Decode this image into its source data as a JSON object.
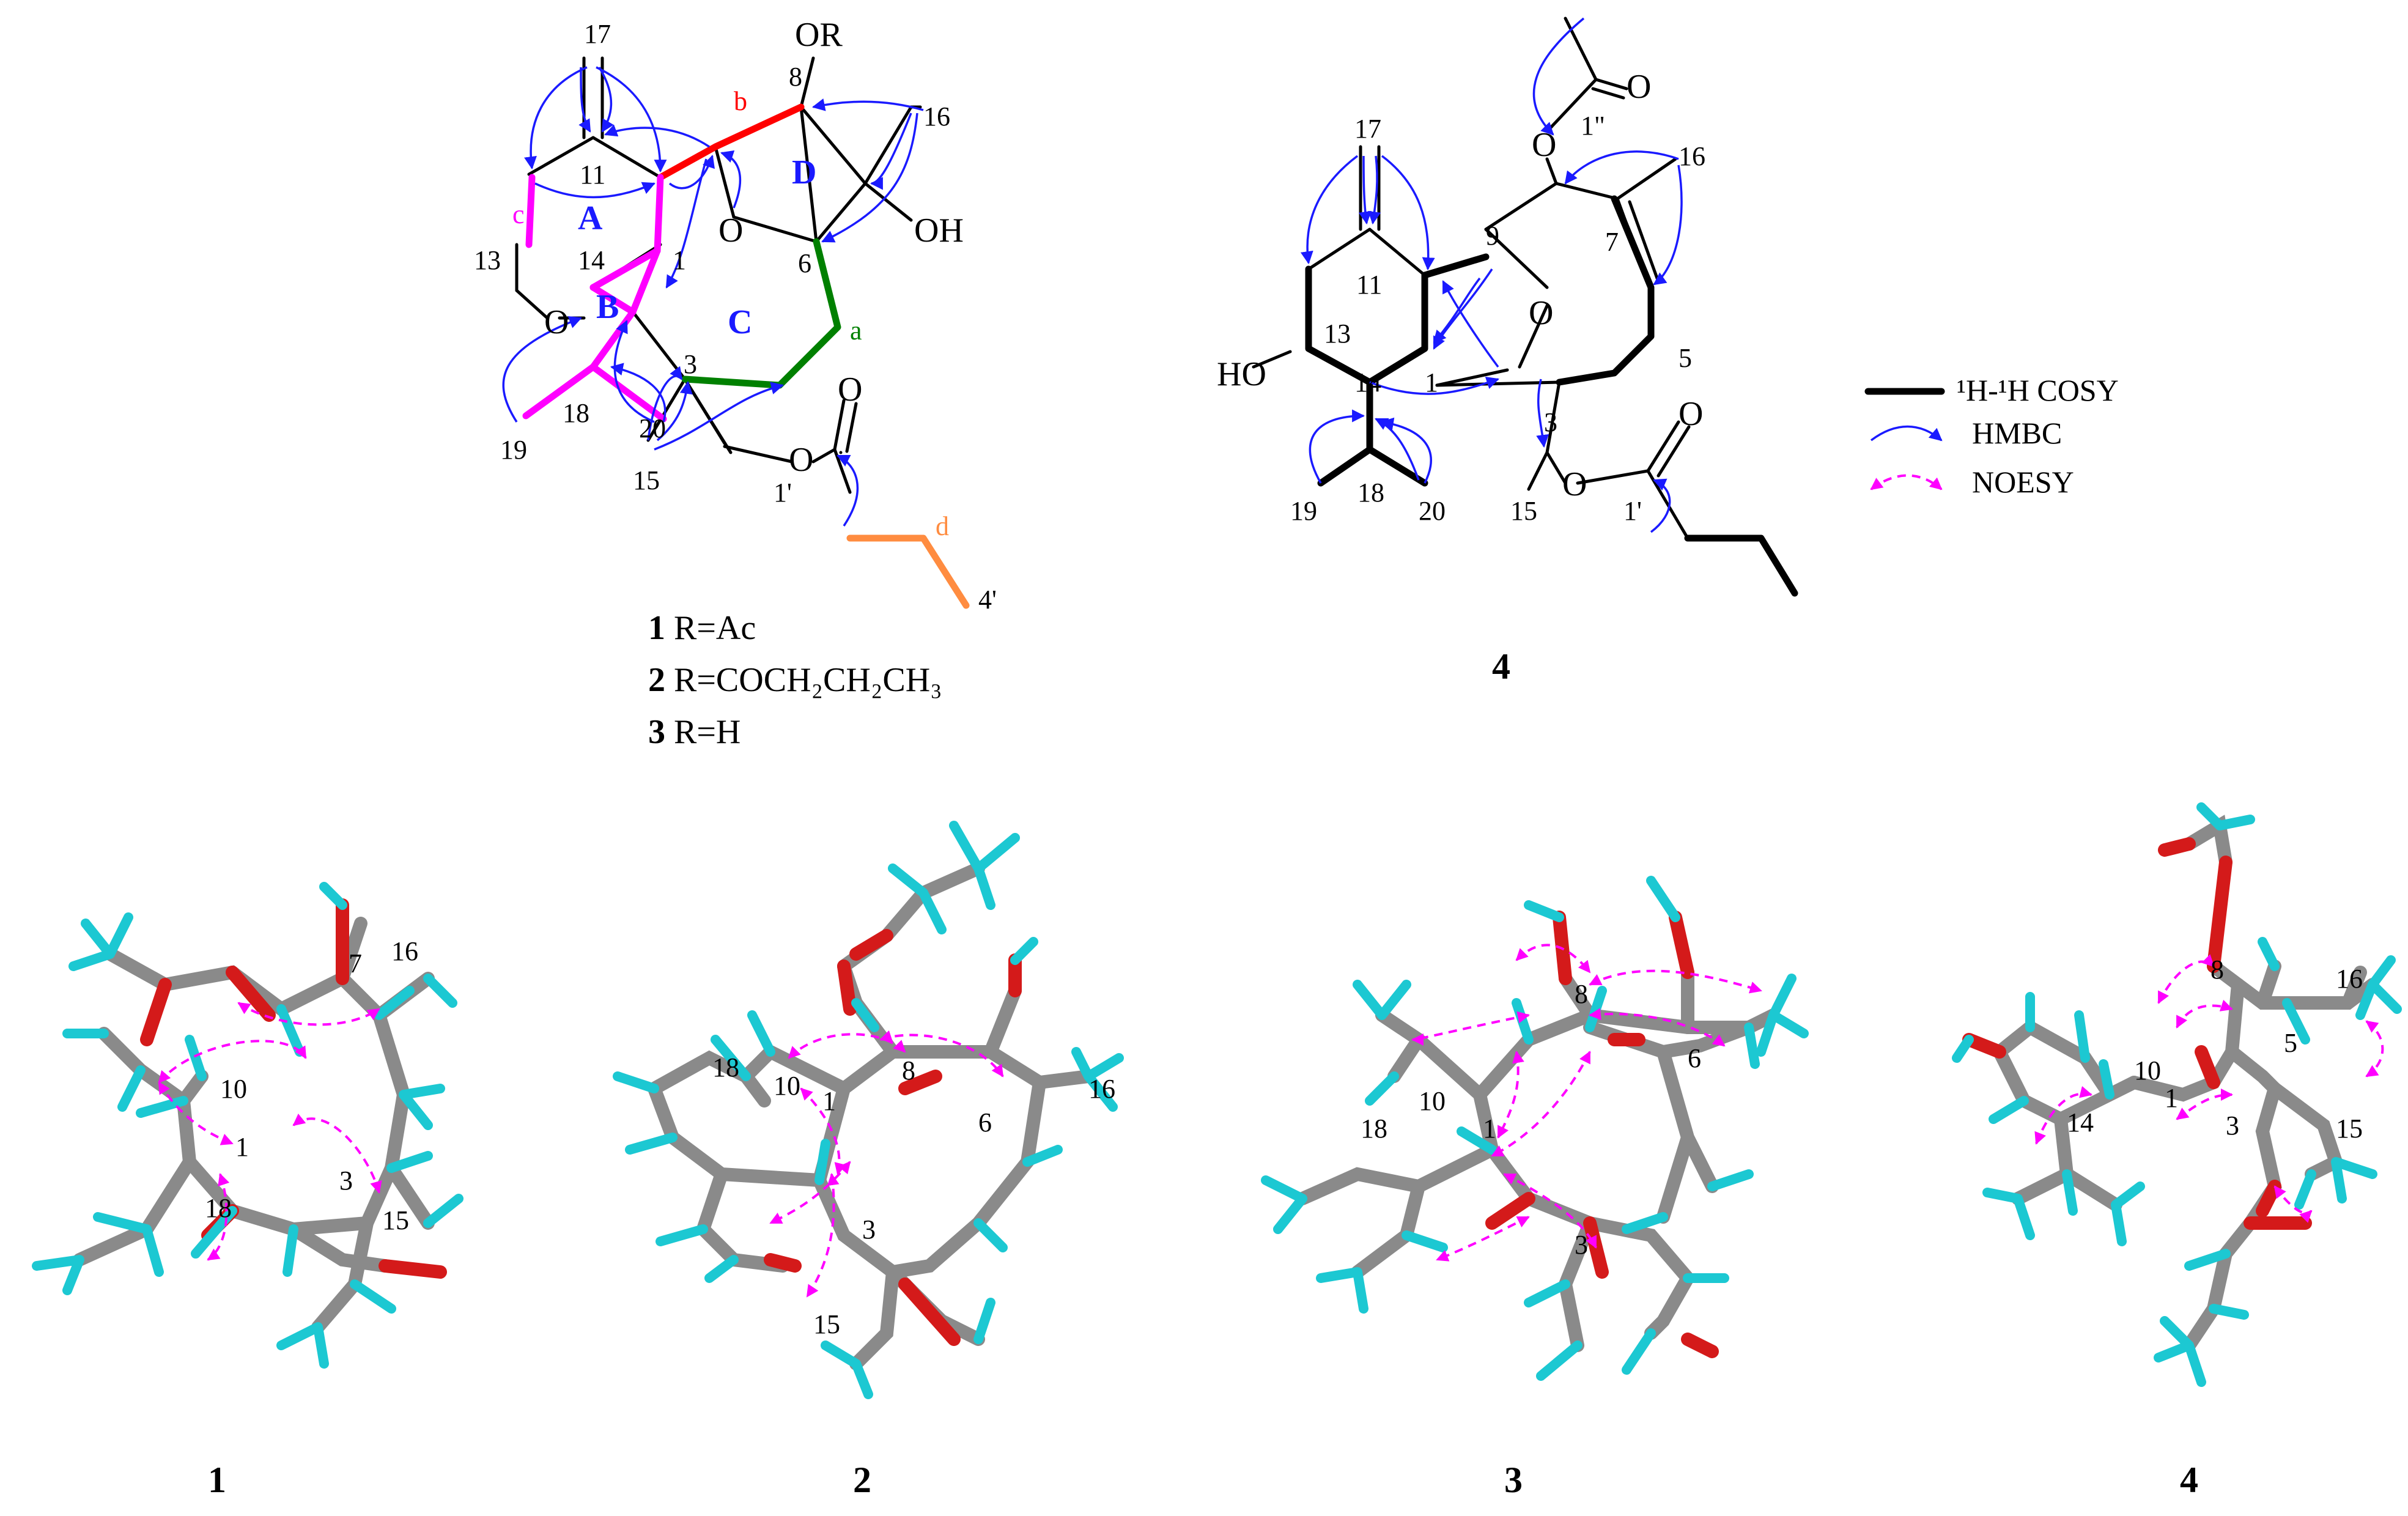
{
  "structures_top": {
    "compounds_1_3": {
      "atom_labels": [
        "17",
        "11",
        "b",
        "8",
        "OR",
        "16",
        "A",
        "D",
        "OH",
        "c",
        "14",
        "1",
        "O",
        "6",
        "13",
        "B",
        "C",
        "a",
        "O",
        "3",
        "19",
        "18",
        "20",
        "15",
        "O",
        "O",
        "1'",
        "d",
        "4'"
      ],
      "r_definitions": [
        {
          "num": "1",
          "text": " R=Ac"
        },
        {
          "num": "2",
          "text": " R=COCH₂CH₂CH₃"
        },
        {
          "num": "3",
          "text": " R=H"
        }
      ]
    },
    "compound_4": {
      "atom_labels": [
        "16",
        "17",
        "1\"",
        "O",
        "O",
        "9",
        "7",
        "11",
        "O",
        "5",
        "13",
        "HO",
        "14",
        "1",
        "3",
        "19",
        "18",
        "20",
        "15",
        "O",
        "O",
        "1'"
      ],
      "label": "4"
    }
  },
  "legend": {
    "cosy": "¹H-¹H COSY",
    "hmbc": "HMBC",
    "noesy": "NOESY"
  },
  "models_3d": [
    {
      "label": "1",
      "atom_labels": [
        "7",
        "16",
        "10",
        "1",
        "18",
        "3",
        "15"
      ]
    },
    {
      "label": "2",
      "atom_labels": [
        "8",
        "16",
        "10",
        "18",
        "1",
        "6",
        "3",
        "15"
      ]
    },
    {
      "label": "3",
      "atom_labels": [
        "8",
        "6",
        "10",
        "18",
        "1",
        "3"
      ]
    },
    {
      "label": "4",
      "atom_labels": [
        "8",
        "16",
        "10",
        "5",
        "1",
        "14",
        "3",
        "15"
      ]
    }
  ],
  "colors": {
    "cosy_b": "#ff0000",
    "cosy_c": "#ff00ff",
    "cosy_a": "#008000",
    "cosy_d": "#ff8c40",
    "hmbc": "#1a1aff",
    "noesy": "#ff00ff",
    "carbon": "#8a8a8a",
    "hydrogen": "#1cc8d2",
    "oxygen": "#d41a1a"
  }
}
